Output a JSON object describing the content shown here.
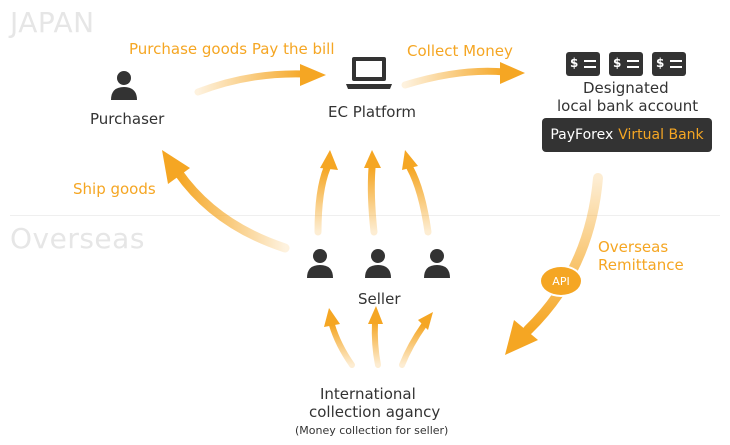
{
  "regions": {
    "japan": "JAPAN",
    "overseas": "Overseas"
  },
  "flows": {
    "purchase": "Purchase goods Pay the bill",
    "collect_money": "Collect Money",
    "ship_goods": "Ship goods",
    "overseas_remittance_line1": "Overseas",
    "overseas_remittance_line2": "Remittance",
    "api": "API"
  },
  "nodes": {
    "purchaser": "Purchaser",
    "ec_platform": "EC Platform",
    "bank_line1": "Designated",
    "bank_line2": "local bank account",
    "bank_brand": "PayForex",
    "bank_brand_accent": "Virtual Bank",
    "seller": "Seller",
    "agency_line1": "International",
    "agency_line2": "collection agancy",
    "agency_note": "(Money collection for seller)"
  },
  "cards": [
    "$",
    "$",
    "$"
  ],
  "colors": {
    "accent": "#f5a623",
    "dark": "#333333",
    "region": "#e6e6e6"
  },
  "icons": [
    "person-icon",
    "laptop-icon",
    "bank-card-icon",
    "arrow"
  ]
}
